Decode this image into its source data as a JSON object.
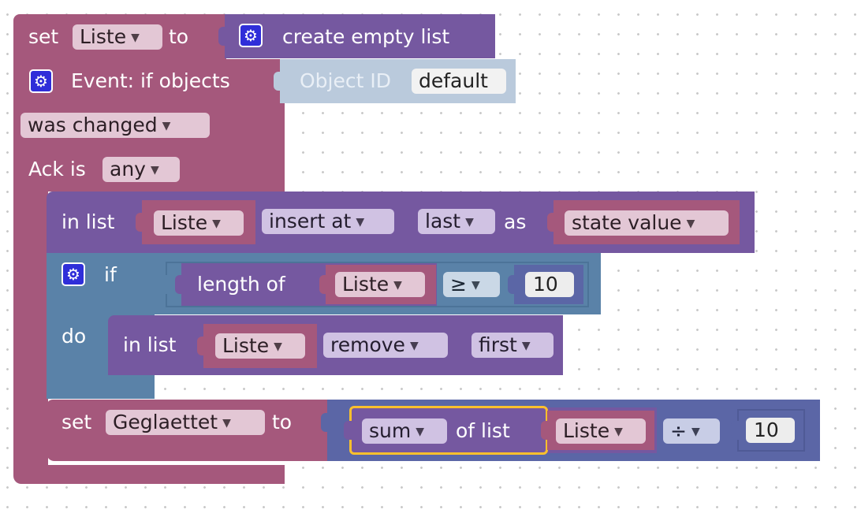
{
  "blocks": {
    "set_liste": {
      "set_label": "set",
      "to_label": "to",
      "variable": "Liste",
      "value_block": "create empty list"
    },
    "event": {
      "label": "Event: if objects",
      "object_id_label": "Object ID",
      "object_id_value": "default",
      "condition": "was changed",
      "ack_label": "Ack is",
      "ack_value": "any"
    },
    "insert": {
      "in_list_label": "in list",
      "list_var": "Liste",
      "mode": "insert at",
      "where": "last",
      "as_label": "as",
      "value": "state value"
    },
    "if_block": {
      "if_label": "if",
      "do_label": "do",
      "length_of_label": "length of",
      "list_var": "Liste",
      "operator": "≥",
      "threshold": "10"
    },
    "remove": {
      "in_list_label": "in list",
      "list_var": "Liste",
      "mode": "remove",
      "where": "first"
    },
    "set_geglaettet": {
      "set_label": "set",
      "to_label": "to",
      "variable": "Geglaettet",
      "function": "sum",
      "of_list_label": "of list",
      "list_var": "Liste",
      "operator": "÷",
      "divisor": "10"
    }
  },
  "icons": {
    "gear": "gear-icon",
    "dropdown": "dropdown-arrow-icon"
  },
  "colors": {
    "variables": "#a5587c",
    "lists": "#7558a0",
    "control": "#5a82a8",
    "math": "#5b66a6",
    "object_id": "#bacadc",
    "gear": "#2f2ed9",
    "selection": "#fbc02d"
  }
}
